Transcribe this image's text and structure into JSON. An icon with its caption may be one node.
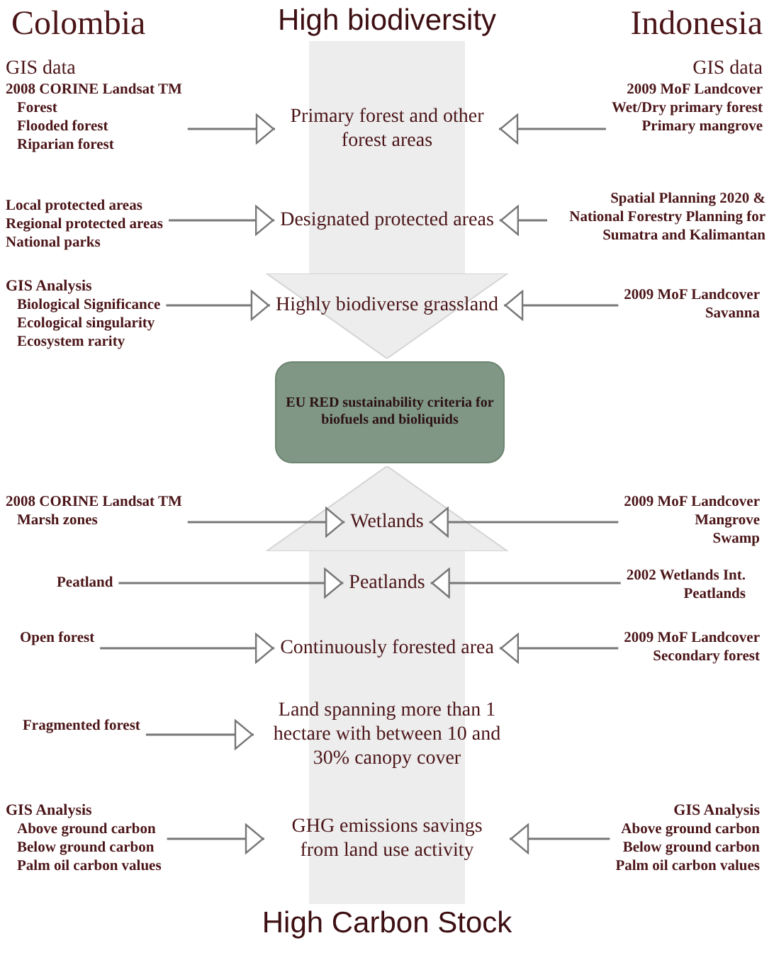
{
  "diagram": {
    "nodes": [
      {
        "text": [
          "High biodiversity"
        ]
      },
      {
        "text": [
          "GIS data",
          "2008 CORINE Landsat TM",
          "Forest",
          "Flooded forest",
          "Riparian forest"
        ]
      },
      {
        "text": [
          "Primary forest and other forest areas"
        ]
      },
      {
        "text": [
          "GIS data",
          "2009 MoF Landcover",
          "Wet/Dry primary forest",
          "Primary mangrove"
        ]
      },
      {
        "text": [
          "Local protected areas",
          "Regional protected areas",
          "National parks"
        ]
      },
      {
        "text": [
          "Designated protected areas"
        ]
      },
      {
        "text": [
          "Spatial Planning 2020 & National Forestry Planning for Sumatra and Kalimantan"
        ]
      },
      {
        "text": [
          "GIS Analysis",
          "Biological Significance",
          "Ecological singularity",
          "Ecosystem rarity"
        ]
      },
      {
        "text": [
          "Highly biodiverse grassland"
        ]
      },
      {
        "text": [
          "2009 MoF Landcover",
          "Savanna"
        ]
      },
      {
        "text": [
          "EU RED sustainability criteria for biofuels and bioliquids"
        ]
      },
      {
        "text": [
          "2008 CORINE Landsat TM",
          "Marsh zones"
        ]
      },
      {
        "text": [
          "Wetlands"
        ]
      },
      {
        "text": [
          "2009 MoF Landcover",
          "Mangrove",
          "Swamp"
        ]
      },
      {
        "text": [
          "Peatland"
        ]
      },
      {
        "text": [
          "Peatlands"
        ]
      },
      {
        "text": [
          "2002 Wetlands Int.",
          "Peatlands"
        ]
      },
      {
        "text": [
          "Open forest"
        ]
      },
      {
        "text": [
          "Continuously forested area"
        ]
      },
      {
        "text": [
          "2009 MoF Landcover",
          "Secondary forest"
        ]
      },
      {
        "text": [
          "Fragmented forest"
        ]
      },
      {
        "text": [
          "Land spanning more than 1 hectare with between 10 and 30% canopy cover"
        ]
      },
      {
        "text": [
          "GIS Analysis",
          "Above ground carbon",
          "Below ground carbon",
          "Palm oil carbon values"
        ]
      },
      {
        "text": [
          "GHG emissions savings from land use activity"
        ]
      },
      {
        "text": [
          "GIS Analysis",
          "Above ground carbon",
          "Below ground carbon",
          "Palm oil carbon values"
        ]
      },
      {
        "text": [
          "High Carbon Stock"
        ]
      }
    ],
    "edges": [
      {
        "from": 0,
        "to": 10,
        "arrow": "to",
        "style": "thick",
        "color": "#ededed"
      },
      {
        "from": 1,
        "to": 2,
        "arrow": "to"
      },
      {
        "from": 3,
        "to": 2,
        "arrow": "to"
      },
      {
        "from": 4,
        "to": 5,
        "arrow": "to"
      },
      {
        "from": 6,
        "to": 5,
        "arrow": "to"
      },
      {
        "from": 7,
        "to": 8,
        "arrow": "to"
      },
      {
        "from": 9,
        "to": 8,
        "arrow": "to"
      },
      {
        "from": 11,
        "to": 12,
        "arrow": "to"
      },
      {
        "from": 13,
        "to": 12,
        "arrow": "to"
      },
      {
        "from": 14,
        "to": 15,
        "arrow": "to"
      },
      {
        "from": 16,
        "to": 15,
        "arrow": "to"
      },
      {
        "from": 17,
        "to": 18,
        "arrow": "to"
      },
      {
        "from": 19,
        "to": 18,
        "arrow": "to"
      },
      {
        "from": 20,
        "to": 21,
        "arrow": "to"
      },
      {
        "from": 22,
        "to": 23,
        "arrow": "to"
      },
      {
        "from": 24,
        "to": 23,
        "arrow": "to"
      },
      {
        "from": 25,
        "to": 10,
        "arrow": "to",
        "style": "thick",
        "color": "#ededed"
      }
    ],
    "labels": [
      "Colombia",
      "Indonesia"
    ]
  }
}
